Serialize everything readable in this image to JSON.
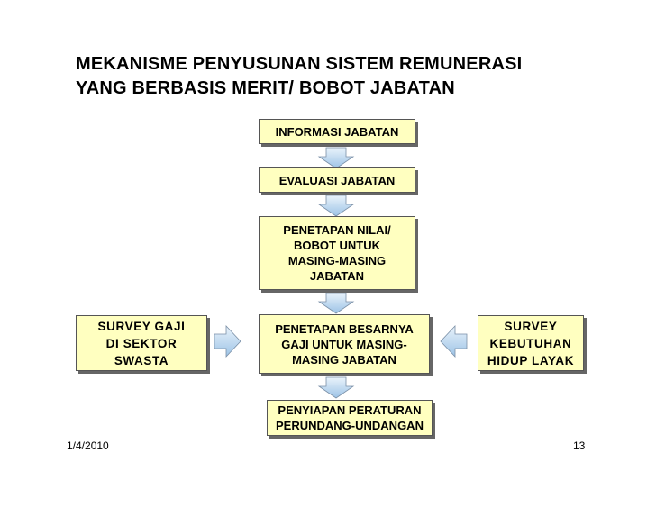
{
  "title": {
    "line1": "MEKANISME PENYUSUNAN SISTEM REMUNERASI",
    "line2": "YANG BERBASIS MERIT/ BOBOT JABATAN"
  },
  "boxes": {
    "informasi": "INFORMASI JABATAN",
    "evaluasi": "EVALUASI JABATAN",
    "penetapan_nilai": [
      "PENETAPAN NILAI/",
      "BOBOT UNTUK",
      "MASING-MASING",
      "JABATAN"
    ],
    "penetapan_besarnya": [
      "PENETAPAN BESARNYA",
      "GAJI UNTUK MASING-",
      "MASING JABATAN"
    ],
    "penyiapan": [
      "PENYIAPAN PERATURAN",
      "PERUNDANG-UNDANGAN"
    ],
    "survey_swasta": [
      "SURVEY GAJI",
      "DI SEKTOR",
      "SWASTA"
    ],
    "survey_hidup": [
      "SURVEY",
      "KEBUTUHAN",
      "HIDUP LAYAK"
    ]
  },
  "footer": {
    "date": "1/4/2010",
    "page": "13"
  },
  "colors": {
    "box_fill": "#ffffc0",
    "arrow_fill": "#b7d4ee"
  }
}
